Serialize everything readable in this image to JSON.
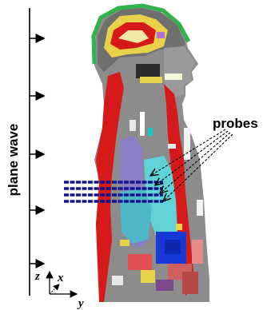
{
  "wave_label": "plane wave",
  "probes_label": "probes",
  "axes": {
    "z": "z",
    "x": "x",
    "y": "y"
  }
}
